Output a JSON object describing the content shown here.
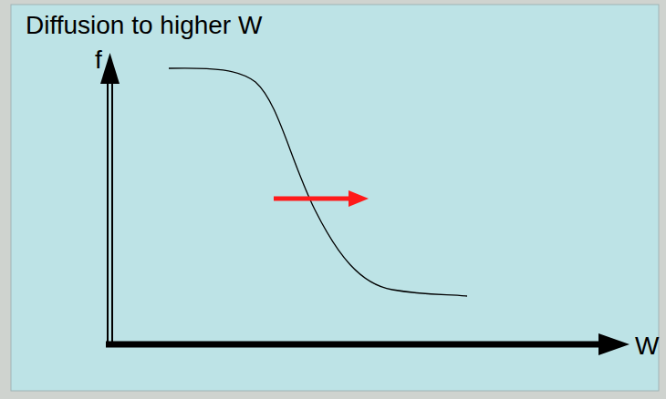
{
  "diagram": {
    "title": "Diffusion to higher W",
    "labels": [
      "f",
      "W"
    ]
  }
}
